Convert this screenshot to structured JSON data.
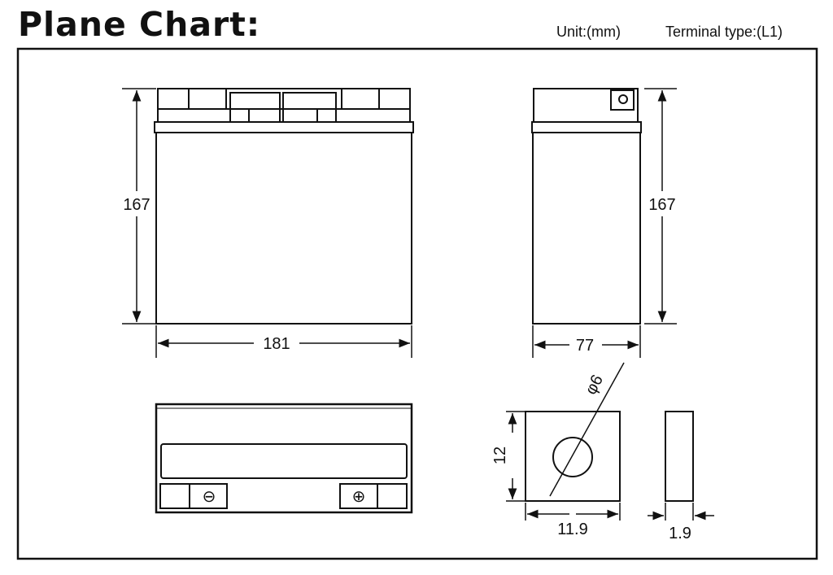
{
  "title": "Plane Chart:",
  "unit_label": "Unit:(mm)",
  "terminal_label": "Terminal type:(L1)",
  "front_view": {
    "height": "167",
    "width": "181"
  },
  "side_view": {
    "height": "167",
    "depth": "77"
  },
  "top_view": {
    "negative_symbol": "⊖",
    "positive_symbol": "⊕"
  },
  "terminal_detail": {
    "hole_diameter": "φ6",
    "height": "12",
    "width": "11.9",
    "thickness": "1.9"
  }
}
